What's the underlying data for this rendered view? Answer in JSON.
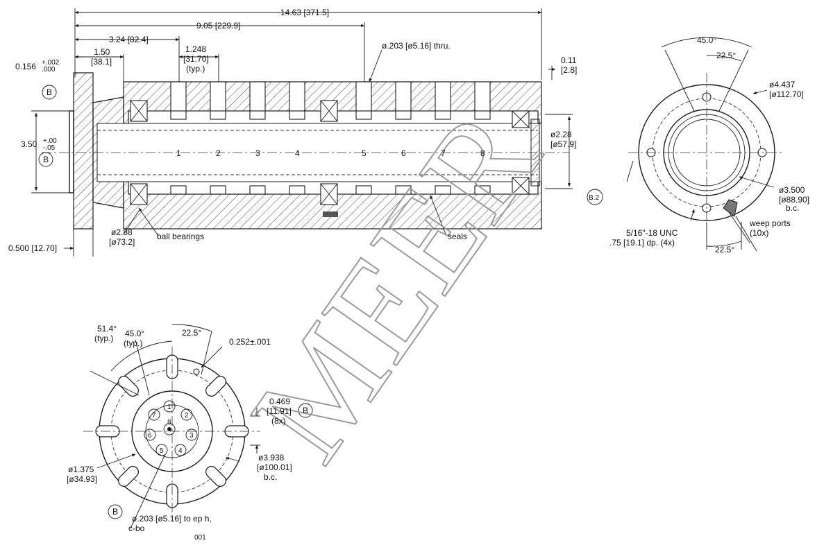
{
  "labels": {
    "overall_length": "14.63 [371.5]",
    "length_905": "9.05 [229.9]",
    "length_324": "3.24 [82.4]",
    "length_150_a": "1.50",
    "length_150_b": "[38.1]",
    "pitch_a": "1.248",
    "pitch_b": "[31.70]",
    "pitch_c": "(typ.)",
    "flange_thk": "0.156",
    "flange_tol_top": "+.002",
    "flange_tol_bot": ".000",
    "datum_b": "B",
    "pilot_dia": "3.50",
    "pilot_tol_top": "+.00",
    "pilot_tol_bot": "-.05",
    "thru_hole": "ø.203 [ø5.16] thru.",
    "end_011_a": "0.11",
    "end_011_b": "[2.8]",
    "dia_228_a": "ø2.28",
    "dia_228_b": "[ø57.9]",
    "dia_288_a": "ø2.88",
    "dia_288_b": "[ø73.2]",
    "ball_bearings": "ball bearings",
    "seals": "seals",
    "flange_0500": "0.500 [12.70]",
    "ch_1": "1",
    "ch_2": "2",
    "ch_3": "3",
    "ch_4": "4",
    "ch_5": "5",
    "ch_6": "6",
    "ch_7": "7",
    "ch_8": "8",
    "r_angle_450": "45.0°",
    "r_angle_225_top": "22.5°",
    "r_dia_4437_a": "ø4.437",
    "r_dia_4437_b": "[ø112.70]",
    "r_bc_3500_a": "ø3.500",
    "r_bc_3500_b": "[ø88.90]",
    "r_bc_3500_c": "b.c.",
    "r_datum": "B.2",
    "r_unc_a": "5/16\"-18 UNC",
    "r_unc_b": ".75 [19.1] dp. (4x)",
    "r_weep_a": "weep ports",
    "r_weep_b": "(10x)",
    "r_angle_225_bot": "22.5°",
    "b_angle_514_a": "51.4°",
    "b_angle_514_b": "(typ.)",
    "b_angle_450_a": "45.0°",
    "b_angle_450_b": "(typ.)",
    "b_angle_225": "22.5°",
    "b_hole_0252": "0.252±.001",
    "b_slot_a": "0.469",
    "b_slot_b": "[11.91]",
    "b_slot_c": "(8x)",
    "b_dia_1375_a": "ø1.375",
    "b_dia_1375_b": "[ø34.93]",
    "b_bc_3938_a": "ø3.938",
    "b_bc_3938_b": "[ø100.01]",
    "b_bc_3938_c": "b.c.",
    "b_hole_0203_a": "ø.203 [ø5.16] to ep h,",
    "b_hole_0203_b": "c-bo",
    "b_port_1": "1",
    "b_port_2": "2",
    "b_port_3": "3",
    "b_port_4": "4",
    "b_port_5": "5",
    "b_port_6": "6",
    "b_port_7": "7",
    "b_port_8": "8",
    "sheet_ref": "001",
    "watermark": "MEER"
  }
}
